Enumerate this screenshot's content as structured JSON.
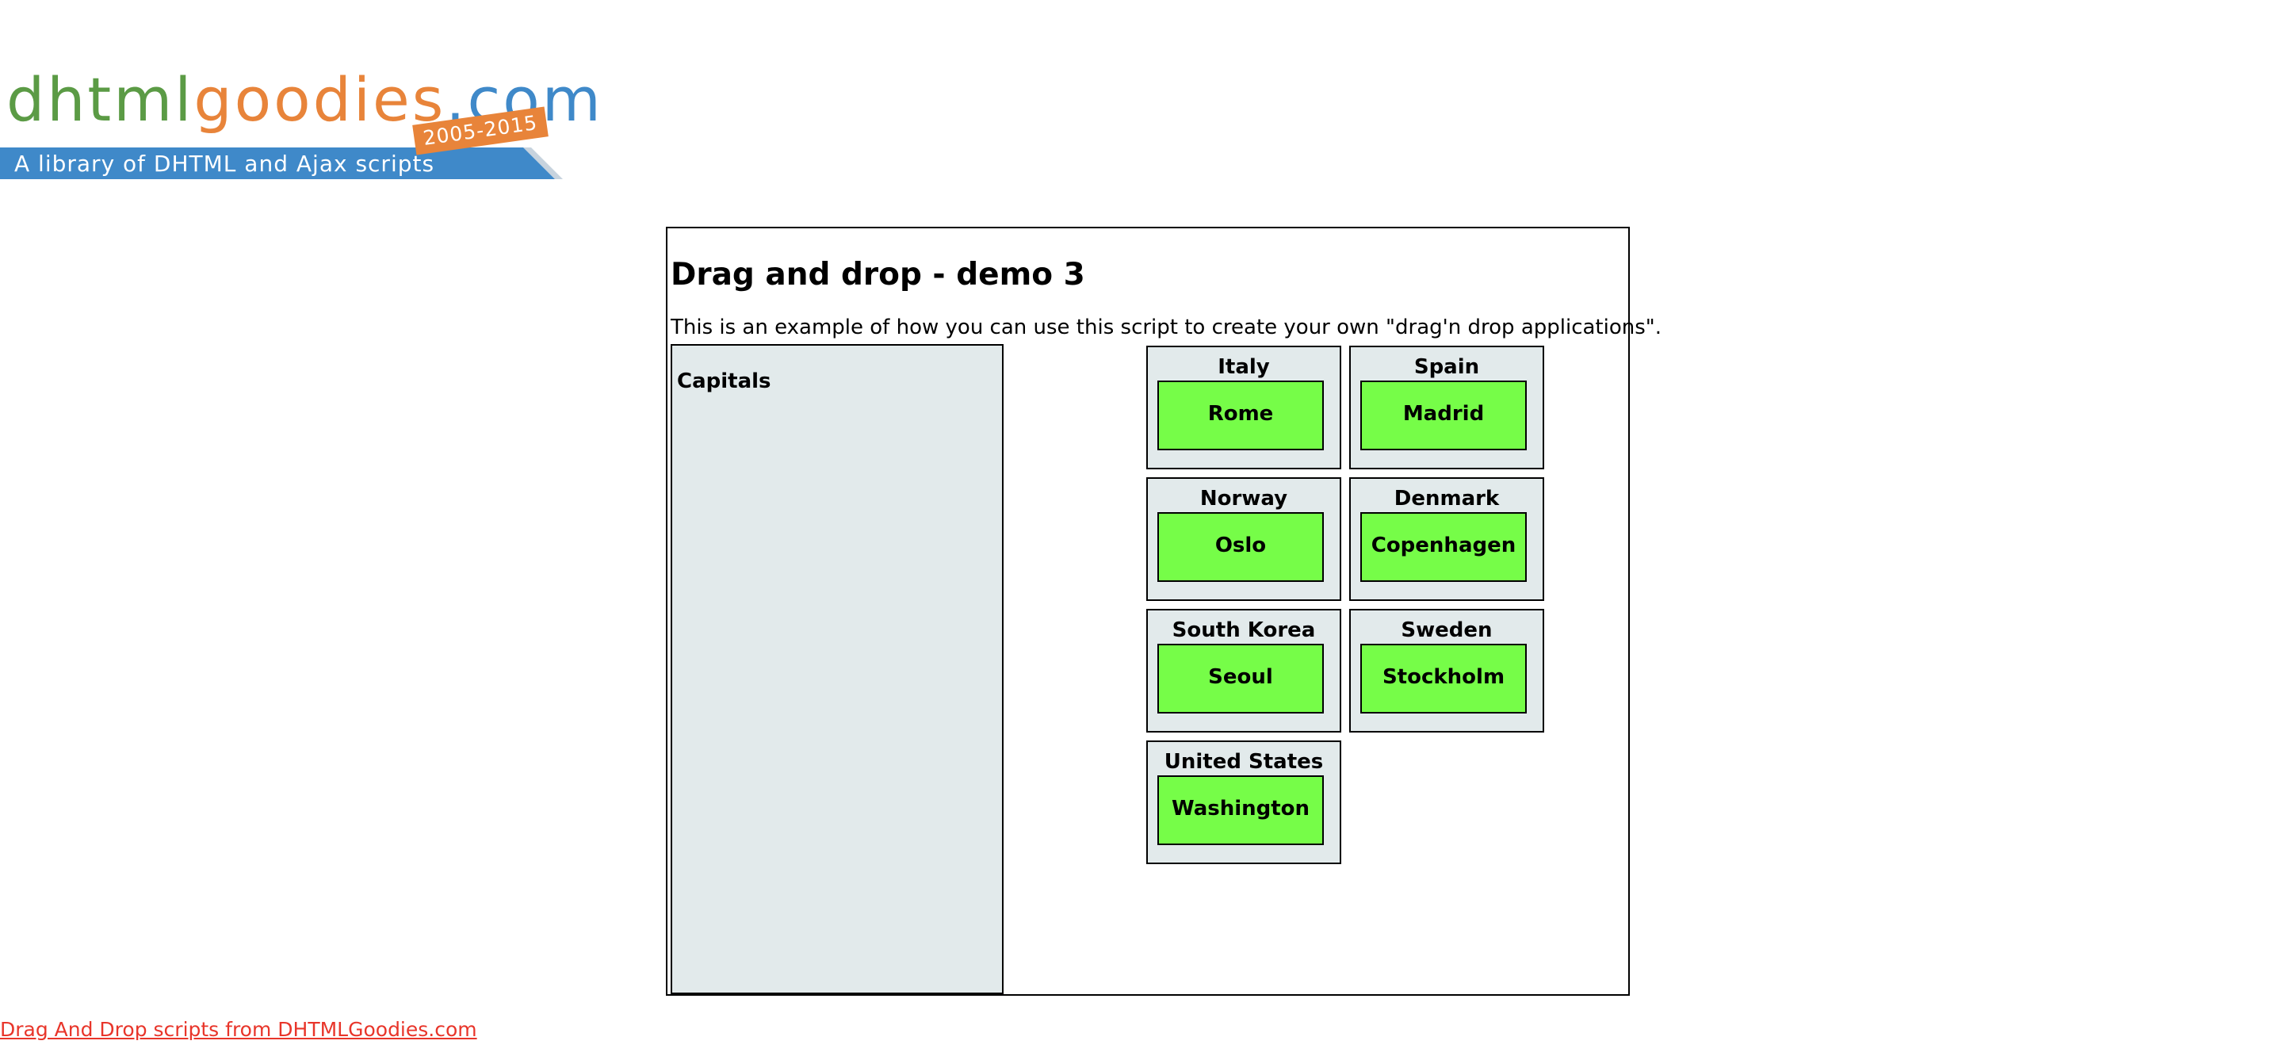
{
  "logo": {
    "part_a": "dhtml",
    "part_b": "goodies",
    "part_c": ".com",
    "years": "2005-2015",
    "tagline": "A library of DHTML and Ajax scripts"
  },
  "page": {
    "title": "Drag and drop - demo 3",
    "intro": "This is an example of how you can use this script to create your own \"drag'n drop applications\"."
  },
  "capitals_box": {
    "label": "Capitals"
  },
  "countries": [
    {
      "name": "Italy",
      "capital": "Rome"
    },
    {
      "name": "Spain",
      "capital": "Madrid"
    },
    {
      "name": "Norway",
      "capital": "Oslo"
    },
    {
      "name": "Denmark",
      "capital": "Copenhagen"
    },
    {
      "name": "South Korea",
      "capital": "Seoul"
    },
    {
      "name": "Sweden",
      "capital": "Stockholm"
    },
    {
      "name": "United States",
      "capital": "Washington"
    }
  ],
  "footer": {
    "link_text": "Drag And Drop scripts from DHTMLGoodies.com"
  },
  "colors": {
    "tile_green": "#76fd48",
    "box_background": "#e2eaeb",
    "link_red": "#e8352a",
    "logo_green": "#5b9b45",
    "logo_orange": "#e8843a",
    "logo_blue": "#3f89c9"
  }
}
